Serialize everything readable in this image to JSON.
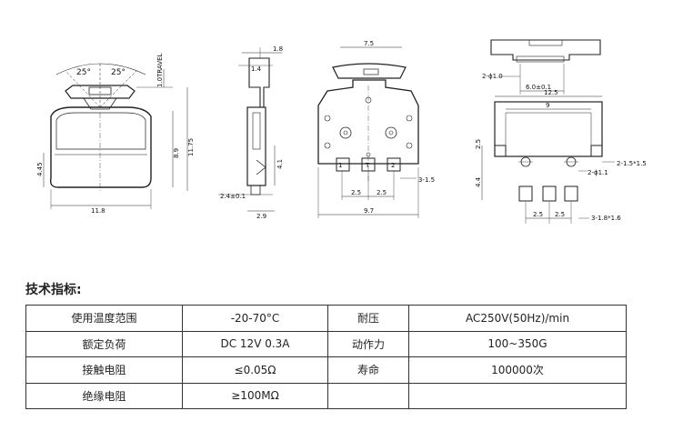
{
  "drawing": {
    "front_view": {
      "angle_left": "25°",
      "angle_right": "25°",
      "travel_label": "1.0TRAVEL",
      "height_total": "11.75",
      "height_body": "8.9",
      "height_lower": "4.45",
      "width": "11.8"
    },
    "side_view": {
      "top_width": "1.8",
      "thickness": "1.4",
      "pin_height": "4.1",
      "pin_size": "2.4±0.1",
      "depth": "2.9"
    },
    "back_view": {
      "top_width": "7.5",
      "pin_pitch_left": "2.5",
      "pin_pitch_right": "2.5",
      "width": "9.7",
      "pin_width": "3-1.5",
      "pin_labels": [
        "1",
        "T",
        "2"
      ]
    },
    "pcb_layout": {
      "hole_top": "2-ϕ1.0",
      "hole_spacing": "6.0±0.1",
      "span": "9",
      "total_width": "12.5",
      "mount_pad": "2-1.5*1.5",
      "hole_dia": "2-ϕ1.1",
      "vertical_offset": "2.5",
      "vertical_pitch": "4.4",
      "pin_pitch_left": "2.5",
      "pin_pitch_right": "2.5",
      "pad_size": "3-1.8*1.6"
    }
  },
  "spec": {
    "heading": "技术指标:",
    "rows": [
      [
        "使用温度范围",
        "-20-70°C",
        "耐压",
        "AC250V(50Hz)/min"
      ],
      [
        "额定负荷",
        "DC 12V 0.3A",
        "动作力",
        "100~350G"
      ],
      [
        "接触电阻",
        "≤0.05Ω",
        "寿命",
        "100000次"
      ],
      [
        "绝缘电阻",
        "≥100MΩ",
        "",
        ""
      ]
    ]
  }
}
